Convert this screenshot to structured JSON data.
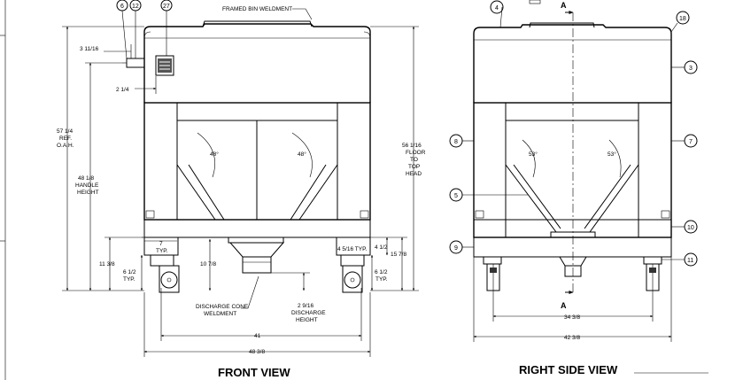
{
  "views": {
    "front": {
      "title": "FRONT VIEW",
      "notes": {
        "framed_bin": "FRAMED BIN WELDMENT",
        "discharge_cone_1": "DISCHARGE CONE",
        "discharge_cone_2": "WELDMENT"
      },
      "dims": {
        "d3_11_16": "3 11/16",
        "d2_1_4": "2 1/4",
        "oah_1": "57 1/4",
        "oah_2": "REF.",
        "oah_3": "O.A.H.",
        "handle_1": "48 1/8",
        "handle_2": "HANDLE",
        "handle_3": "HEIGHT",
        "floor_1": "56 1/16",
        "floor_2": "FLOOR",
        "floor_3": "TO",
        "floor_4": "TOP",
        "floor_5": "HEAD",
        "angle_l": "48°",
        "angle_r": "48°",
        "typ7_1": "7",
        "typ7_2": "TYP.",
        "d4_5_16": "4 5/16 TYP.",
        "d4_1_2": "4 1/2",
        "d15_7_8": "15 7/8",
        "d11_3_8": "11 3/8",
        "d6_1_2_l1": "6 1/2",
        "d6_1_2_l2": "TYP.",
        "d10_7_8": "10 7/8",
        "d6_1_2_r1": "6 1/2",
        "d6_1_2_r2": "TYP.",
        "d2_9_16_1": "2 9/16",
        "d2_9_16_2": "DISCHARGE",
        "d2_9_16_3": "HEIGHT",
        "d41": "41",
        "d48_3_8": "48 3/8"
      },
      "balloons": {
        "b6": "6",
        "b12": "12",
        "b27": "27"
      }
    },
    "side": {
      "title": "RIGHT SIDE VIEW",
      "section_top": "A",
      "section_bottom": "A",
      "dims": {
        "angle_l": "53°",
        "angle_r": "53°",
        "d34_3_8": "34 3/8",
        "d42_3_8": "42 3/8"
      },
      "balloons": {
        "b4": "4",
        "b18": "18",
        "b3": "3",
        "b8": "8",
        "b7": "7",
        "b5": "5",
        "b10": "10",
        "b9": "9",
        "b11": "11"
      }
    }
  }
}
